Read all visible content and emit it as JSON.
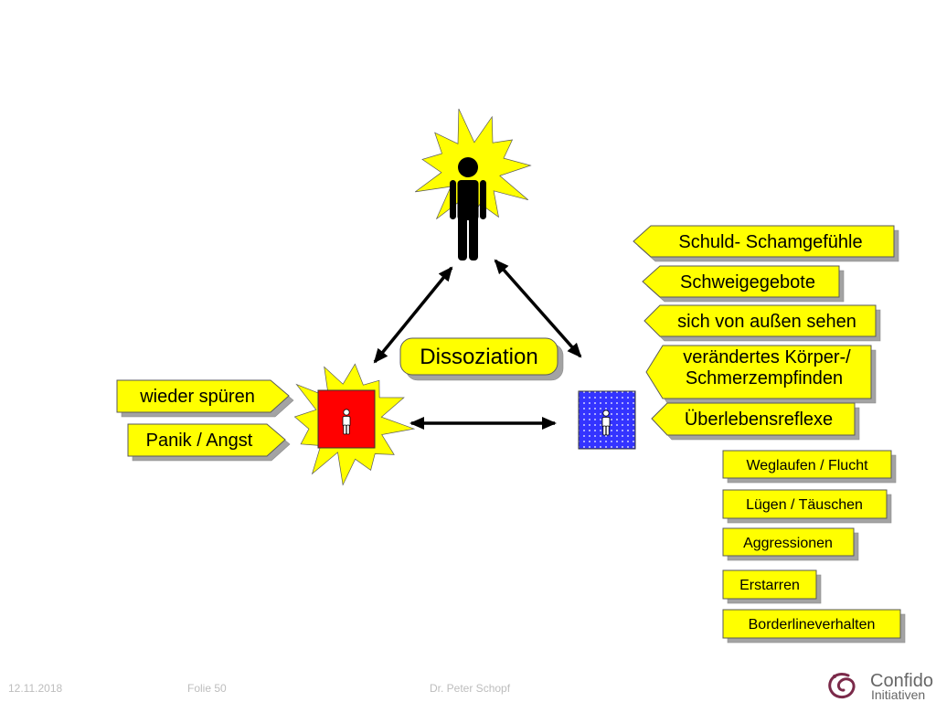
{
  "slide": {
    "center_label": "Dissoziation",
    "left_labels": [
      "wieder spüren",
      "Panik / Angst"
    ],
    "right_labels": [
      {
        "lines": [
          "Schuld- Schamgefühle"
        ]
      },
      {
        "lines": [
          "Schweigegebote"
        ]
      },
      {
        "lines": [
          "sich von außen sehen"
        ]
      },
      {
        "lines": [
          "verändertes Körper-/",
          "Schmerzempfinden"
        ]
      },
      {
        "lines": [
          "Überlebensreflexe"
        ]
      }
    ],
    "behaviors": [
      "Weglaufen / Flucht",
      "Lügen / Täuschen",
      "Aggressionen",
      "Erstarren",
      "Borderlineverhalten"
    ],
    "figures": {
      "top": {
        "icon": "person-icon",
        "background": "starburst-icon"
      },
      "left": {
        "icon": "person-icon",
        "box_color": "#ff0000",
        "background": "starburst-icon"
      },
      "right": {
        "icon": "person-icon",
        "box_color": "#3434ff",
        "pattern": "white-dots"
      }
    },
    "arrows": [
      "double-arrow-icon",
      "double-arrow-icon",
      "double-arrow-icon"
    ]
  },
  "colors": {
    "label_fill": "#ffff00",
    "shadow": "#a3a3a3",
    "text": "#000000",
    "logo": "#7b2a4a"
  },
  "footer": {
    "date": "12.11.2018",
    "slide_number": "Folie 50",
    "author": "Dr. Peter Schopf"
  },
  "logo": {
    "icon": "swirl-logo-icon",
    "line1": "Confido",
    "line2": "Initiativen"
  }
}
